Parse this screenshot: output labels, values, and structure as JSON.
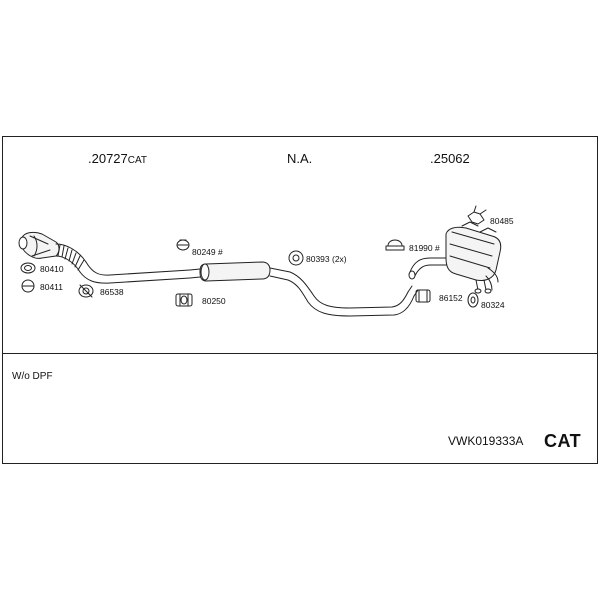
{
  "headers": [
    {
      "number": ".20727",
      "suffix": "CAT"
    },
    {
      "number": "N.A.",
      "suffix": ""
    },
    {
      "number": ".25062",
      "suffix": ""
    }
  ],
  "parts": {
    "p80410": "80410",
    "p80411": "80411",
    "p86538": "86538",
    "p80249": "80249 #",
    "p80250": "80250",
    "p80393": "80393 (2x)",
    "p81990": "81990 #",
    "p86152": "86152",
    "p80485": "80485",
    "p80324": "80324"
  },
  "footer": {
    "note": "W/o DPF",
    "code": "VWK019333A",
    "cat_label": "CAT"
  }
}
